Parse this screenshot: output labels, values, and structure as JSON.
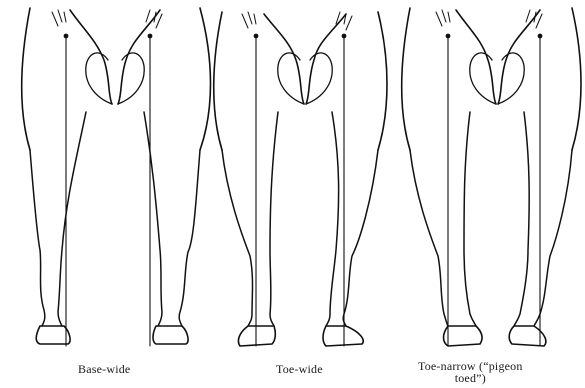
{
  "figure": {
    "panels": [
      {
        "caption": "Base-wide"
      },
      {
        "caption": "Toe-wide"
      },
      {
        "caption": "Toe-narrow (“pigeon\ntoed”)"
      }
    ]
  }
}
